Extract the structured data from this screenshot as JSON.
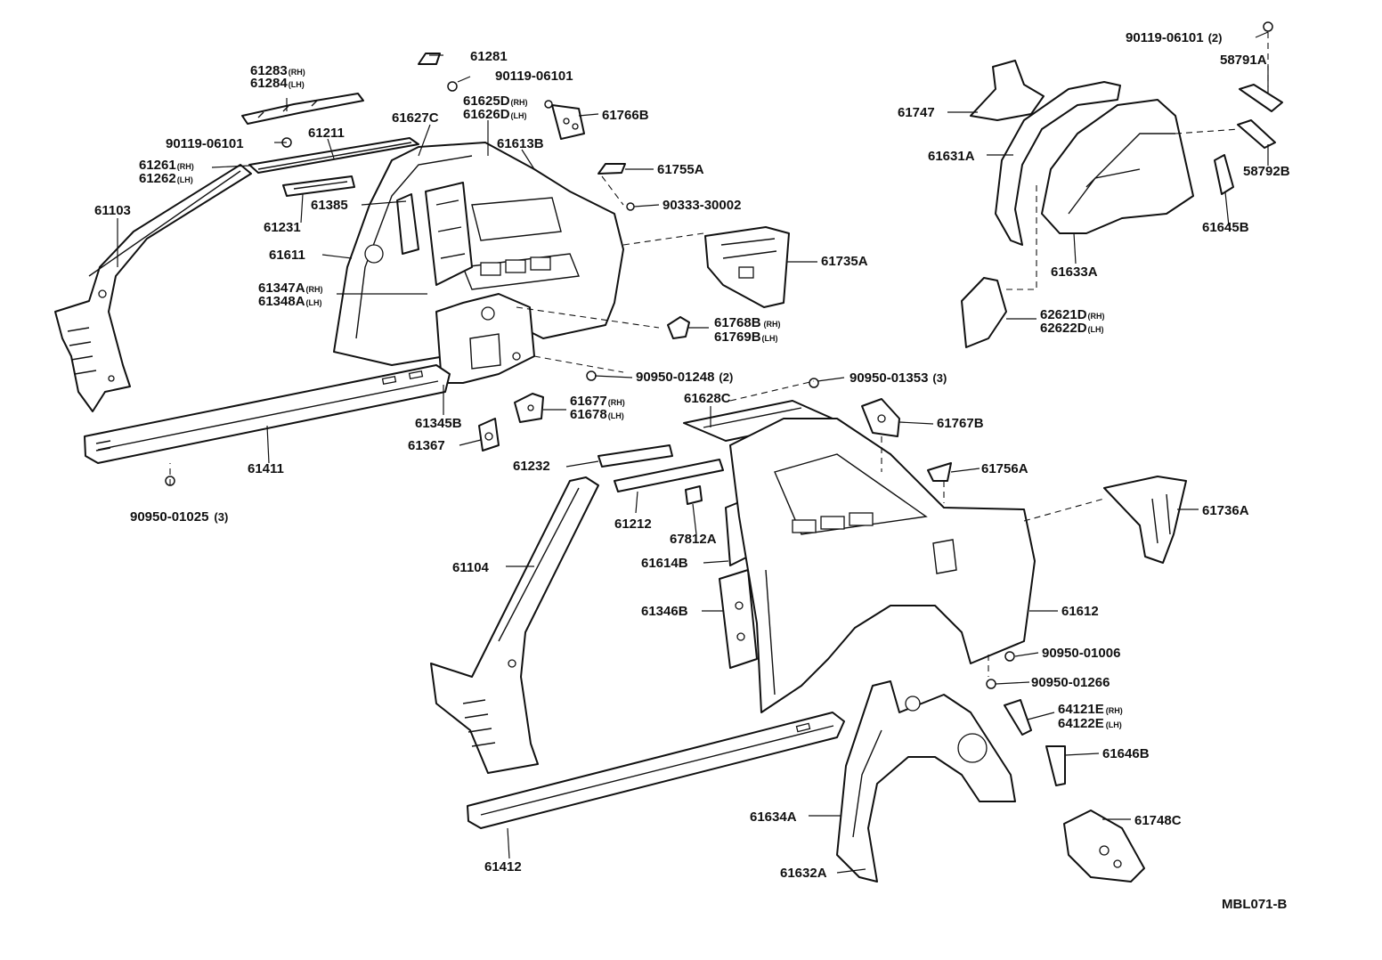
{
  "diagram_code": "MBL071-B",
  "labels": [
    {
      "id": "l61283",
      "text": "61283",
      "suffix": "(RH)"
    },
    {
      "id": "l61284",
      "text": "61284",
      "suffix": "(LH)"
    },
    {
      "id": "l61281",
      "text": "61281"
    },
    {
      "id": "l90119a",
      "text": "90119-06101"
    },
    {
      "id": "l61625D",
      "text": "61625D",
      "suffix": "(RH)"
    },
    {
      "id": "l61626D",
      "text": "61626D",
      "suffix": "(LH)"
    },
    {
      "id": "l61627C",
      "text": "61627C"
    },
    {
      "id": "l61766B",
      "text": "61766B"
    },
    {
      "id": "l90119b",
      "text": "90119-06101"
    },
    {
      "id": "l61211",
      "text": "61211"
    },
    {
      "id": "l61613B",
      "text": "61613B"
    },
    {
      "id": "l61261",
      "text": "61261",
      "suffix": "(RH)"
    },
    {
      "id": "l61262",
      "text": "61262",
      "suffix": "(LH)"
    },
    {
      "id": "l61755A",
      "text": "61755A"
    },
    {
      "id": "l90333",
      "text": "90333-30002"
    },
    {
      "id": "l61103",
      "text": "61103"
    },
    {
      "id": "l61385",
      "text": "61385"
    },
    {
      "id": "l61231",
      "text": "61231"
    },
    {
      "id": "l61611",
      "text": "61611"
    },
    {
      "id": "l61735A",
      "text": "61735A"
    },
    {
      "id": "l61347A",
      "text": "61347A",
      "suffix": "(RH)"
    },
    {
      "id": "l61348A",
      "text": "61348A",
      "suffix": "(LH)"
    },
    {
      "id": "l61768B",
      "text": "61768B",
      "suffix": "(RH)"
    },
    {
      "id": "l61769B",
      "text": "61769B",
      "suffix": "(LH)"
    },
    {
      "id": "l90950_01248",
      "text": "90950-01248",
      "qty": "(2)"
    },
    {
      "id": "l90950_01353",
      "text": "90950-01353",
      "qty": "(3)"
    },
    {
      "id": "l61677",
      "text": "61677",
      "suffix": "(RH)"
    },
    {
      "id": "l61678",
      "text": "61678",
      "suffix": "(LH)"
    },
    {
      "id": "l61345B",
      "text": "61345B"
    },
    {
      "id": "l61628C",
      "text": "61628C"
    },
    {
      "id": "l61767B",
      "text": "61767B"
    },
    {
      "id": "l61367",
      "text": "61367"
    },
    {
      "id": "l61411",
      "text": "61411"
    },
    {
      "id": "l61232",
      "text": "61232"
    },
    {
      "id": "l61756A",
      "text": "61756A"
    },
    {
      "id": "l90950_01025",
      "text": "90950-01025",
      "qty": "(3)"
    },
    {
      "id": "l61212",
      "text": "61212"
    },
    {
      "id": "l61736A",
      "text": "61736A"
    },
    {
      "id": "l67812A",
      "text": "67812A"
    },
    {
      "id": "l61104",
      "text": "61104"
    },
    {
      "id": "l61614B",
      "text": "61614B"
    },
    {
      "id": "l61346B",
      "text": "61346B"
    },
    {
      "id": "l61612",
      "text": "61612"
    },
    {
      "id": "l90950_01006",
      "text": "90950-01006"
    },
    {
      "id": "l90950_01266",
      "text": "90950-01266"
    },
    {
      "id": "l64121E",
      "text": "64121E",
      "suffix": "(RH)"
    },
    {
      "id": "l64122E",
      "text": "64122E",
      "suffix": "(LH)"
    },
    {
      "id": "l61646B",
      "text": "61646B"
    },
    {
      "id": "l61634A",
      "text": "61634A"
    },
    {
      "id": "l61748C",
      "text": "61748C"
    },
    {
      "id": "l61412",
      "text": "61412"
    },
    {
      "id": "l61632A",
      "text": "61632A"
    },
    {
      "id": "l90119c",
      "text": "90119-06101",
      "qty": "(2)"
    },
    {
      "id": "l58791A",
      "text": "58791A"
    },
    {
      "id": "l61747",
      "text": "61747"
    },
    {
      "id": "l58792B",
      "text": "58792B"
    },
    {
      "id": "l61631A",
      "text": "61631A"
    },
    {
      "id": "l61645B",
      "text": "61645B"
    },
    {
      "id": "l61633A",
      "text": "61633A"
    },
    {
      "id": "l62621D",
      "text": "62621D",
      "suffix": "(RH)"
    },
    {
      "id": "l62622D",
      "text": "62622D",
      "suffix": "(LH)"
    }
  ]
}
